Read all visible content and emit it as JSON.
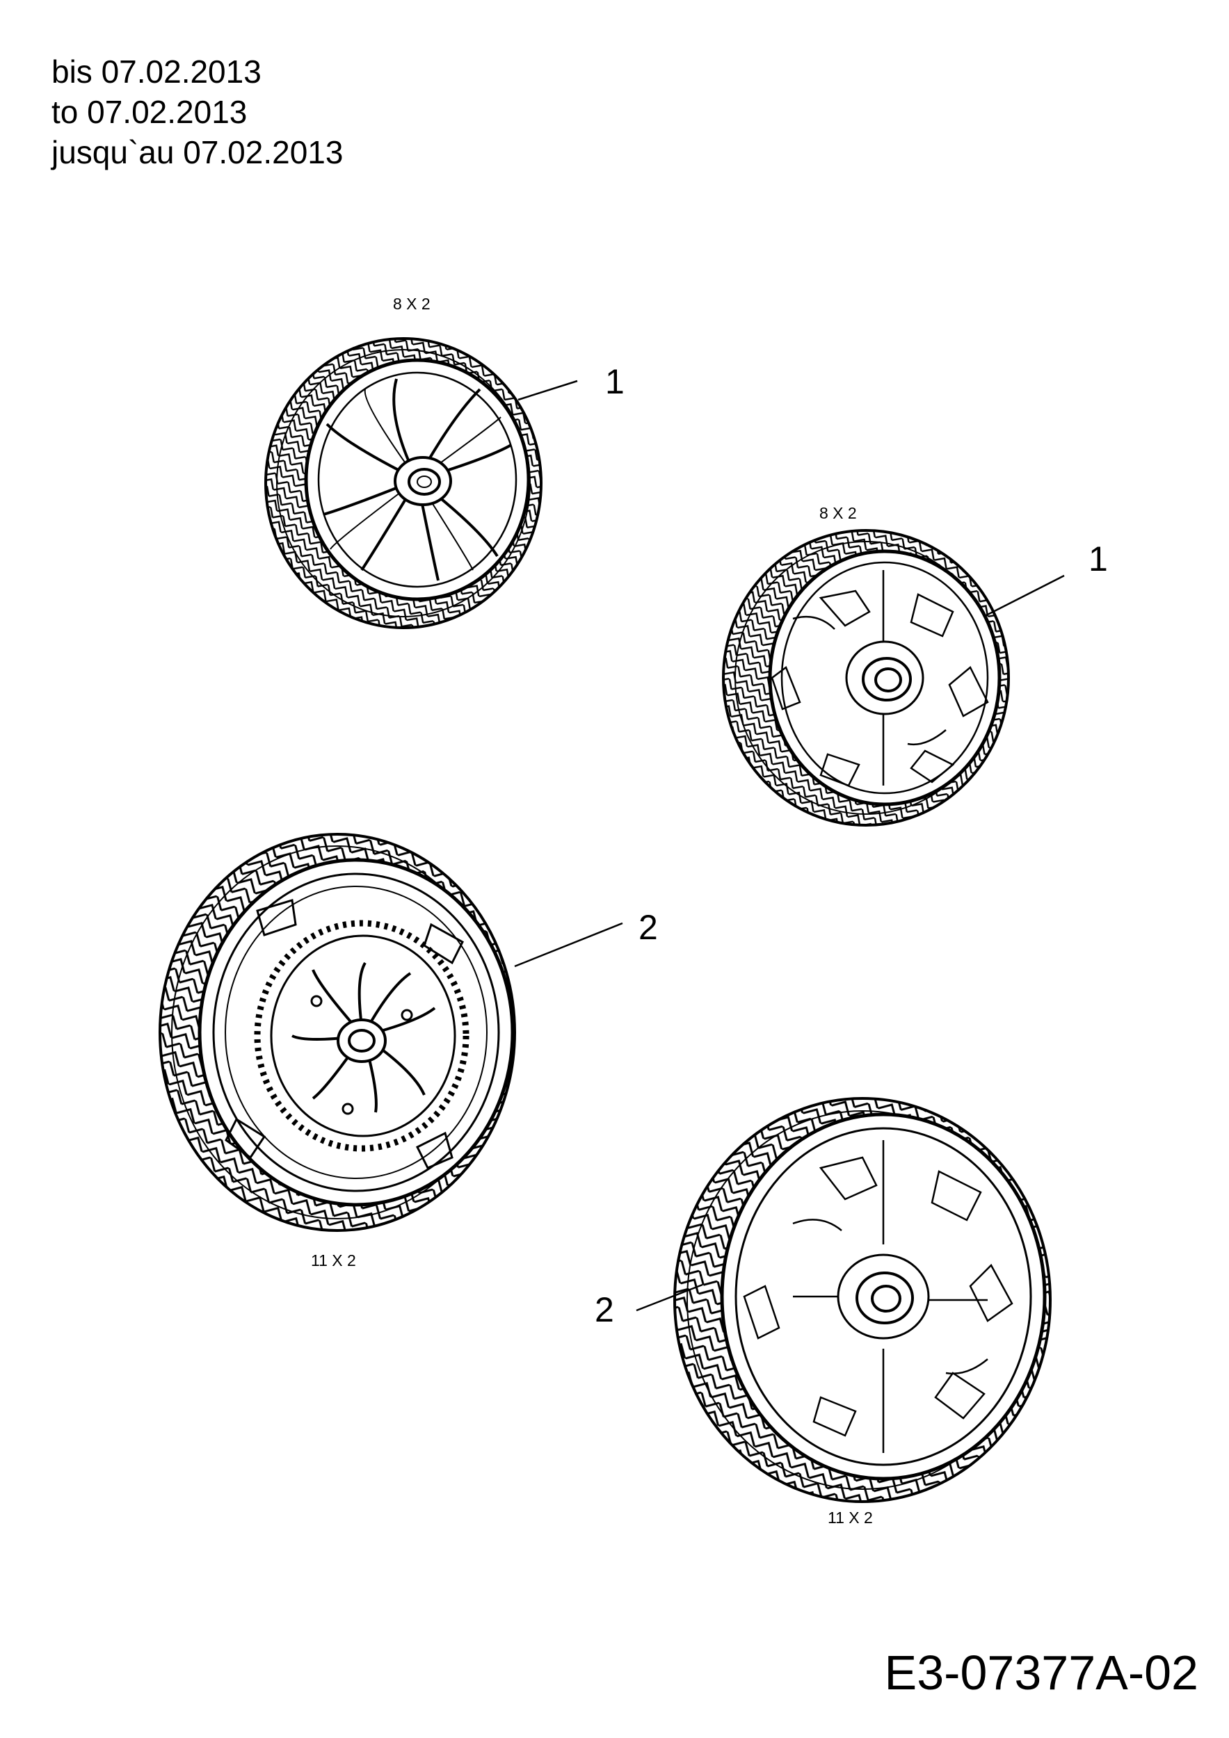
{
  "header": {
    "lines": [
      "bis 07.02.2013",
      "to 07.02.2013",
      "jusqu`au 07.02.2013"
    ]
  },
  "wheels": [
    {
      "quantity": "8 X 2",
      "callout": "1"
    },
    {
      "quantity": "8 X 2",
      "callout": "1"
    },
    {
      "quantity": "11 X 2",
      "callout": "2"
    },
    {
      "quantity": "11 X 2",
      "callout": "2"
    }
  ],
  "document_id": "E3-07377A-02"
}
